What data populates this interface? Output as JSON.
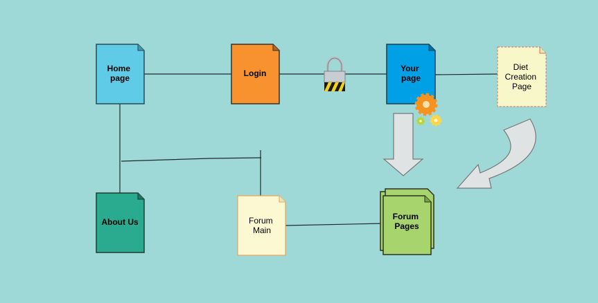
{
  "nodes": {
    "home": {
      "label": [
        "Home",
        "page"
      ],
      "color": "#5fcbe6",
      "border": "#2b4950"
    },
    "login": {
      "label": [
        "Login"
      ],
      "color": "#f7922f",
      "border": "#3a3026"
    },
    "your": {
      "label": [
        "Your",
        "page"
      ],
      "color": "#00a0e6",
      "border": "#233c48"
    },
    "diet": {
      "label": [
        "Diet",
        "Creation",
        "Page"
      ],
      "color": "#f8f7c9",
      "border": "#e06a5c"
    },
    "about": {
      "label": [
        "About Us"
      ],
      "color": "#2aab8f",
      "border": "#1f3a33"
    },
    "forum_main": {
      "label": [
        "Forum",
        "Main"
      ],
      "color": "#fcf9d2",
      "border": "#e8a45a"
    },
    "forum_pages": {
      "label": [
        "Forum",
        "Pages"
      ],
      "color": "#a8d46e",
      "border": "#2a3320"
    }
  },
  "colors": {
    "background": "#9ed9d8",
    "arrow_fill": "#dfe3e3",
    "arrow_stroke": "#777777",
    "gear_orange": "#f7921e",
    "gear_yellow": "#ffd54a",
    "gear_green": "#b8d63c"
  },
  "icons": [
    "lock-icon",
    "gears-icon",
    "down-arrow-icon",
    "curved-arrow-icon"
  ]
}
